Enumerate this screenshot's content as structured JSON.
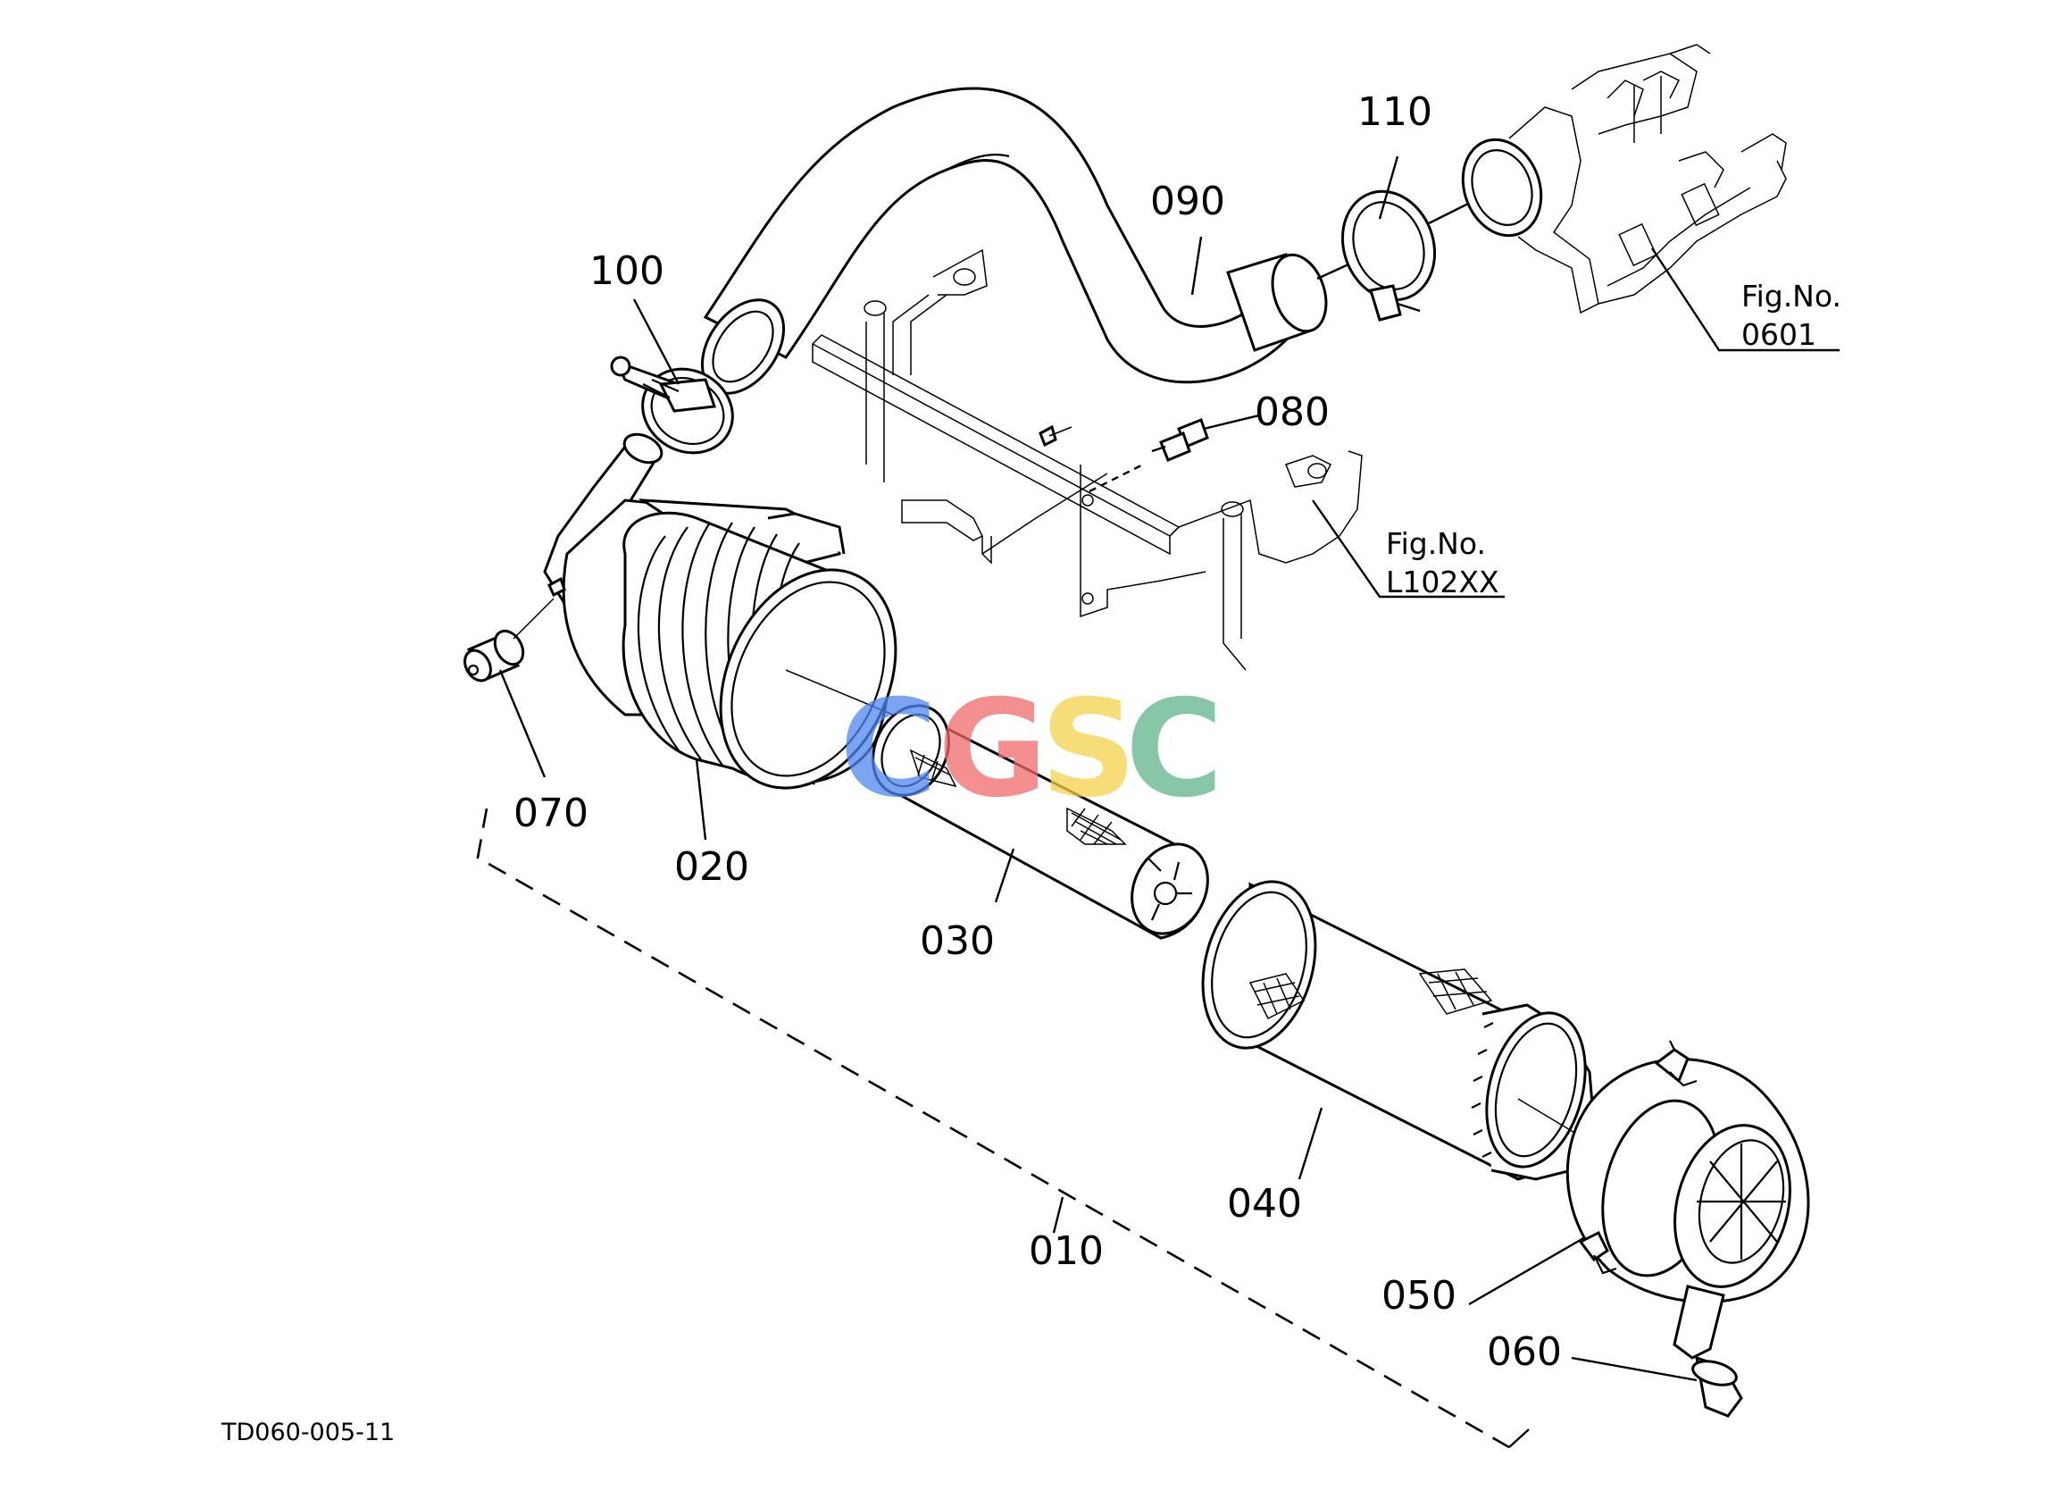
{
  "diagram": {
    "drawing_code": "TD060-005-11",
    "part_labels": [
      {
        "id": "p010",
        "text": "010"
      },
      {
        "id": "p020",
        "text": "020"
      },
      {
        "id": "p030",
        "text": "030"
      },
      {
        "id": "p040",
        "text": "040"
      },
      {
        "id": "p050",
        "text": "050"
      },
      {
        "id": "p060",
        "text": "060"
      },
      {
        "id": "p070",
        "text": "070"
      },
      {
        "id": "p080",
        "text": "080"
      },
      {
        "id": "p090",
        "text": "090"
      },
      {
        "id": "p100",
        "text": "100"
      },
      {
        "id": "p110",
        "text": "110"
      }
    ],
    "figure_refs": [
      {
        "id": "fig0601",
        "caption": "Fig.No.",
        "number": "0601"
      },
      {
        "id": "figL102",
        "caption": "Fig.No.",
        "number": "L102XX"
      }
    ],
    "watermark": {
      "letters": [
        "C",
        "G",
        "S",
        "C"
      ],
      "colors": [
        "#4f86f0",
        "#ef6a6a",
        "#f5d24a",
        "#5fb58b"
      ]
    }
  }
}
